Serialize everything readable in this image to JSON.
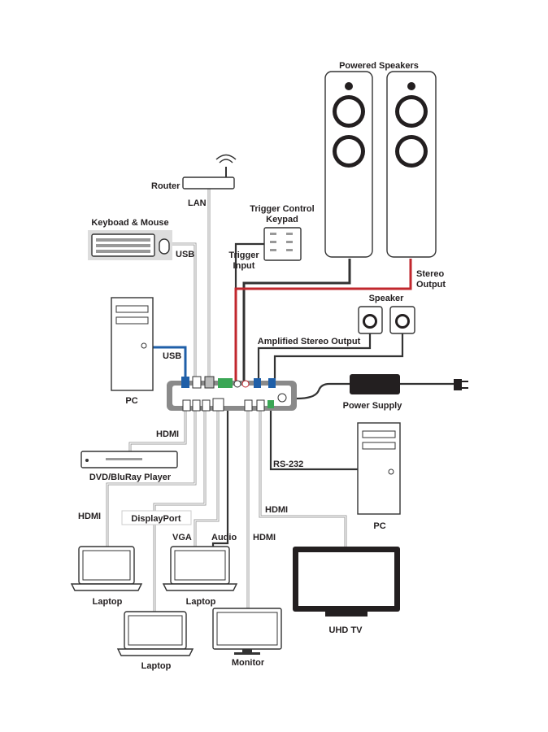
{
  "labels": {
    "powered_speakers": "Powered Speakers",
    "router": "Router",
    "lan": "LAN",
    "trigger_keypad_1": "Trigger Control",
    "trigger_keypad_2": "Keypad",
    "keyboard_mouse": "Keyboad & Mouse",
    "usb_keyboard": "USB",
    "trigger_input_1": "Trigger",
    "trigger_input_2": "Input",
    "stereo_output_1": "Stereo",
    "stereo_output_2": "Output",
    "speaker": "Speaker",
    "amplified_stereo_output": "Amplified Stereo Output",
    "pc_left": "PC",
    "usb_pc": "USB",
    "power_supply": "Power Supply",
    "hdmi_dvd": "HDMI",
    "dvd_player": "DVD/BluRay Player",
    "rs232": "RS-232",
    "pc_right": "PC",
    "hdmi_laptop": "HDMI",
    "displayport": "DisplayPort",
    "vga": "VGA",
    "audio": "Audio",
    "hdmi_monitor": "HDMI",
    "hdmi_tv": "HDMI",
    "laptop_1": "Laptop",
    "laptop_2": "Laptop",
    "laptop_3": "Laptop",
    "monitor": "Monitor",
    "uhd_tv": "UHD TV"
  },
  "colors": {
    "usb_blue": "#1f5fa8",
    "red_cable": "#c1272d",
    "gray_cable": "#999999",
    "device_gray": "#8a8a8a",
    "green_terminal": "#3aa655"
  }
}
